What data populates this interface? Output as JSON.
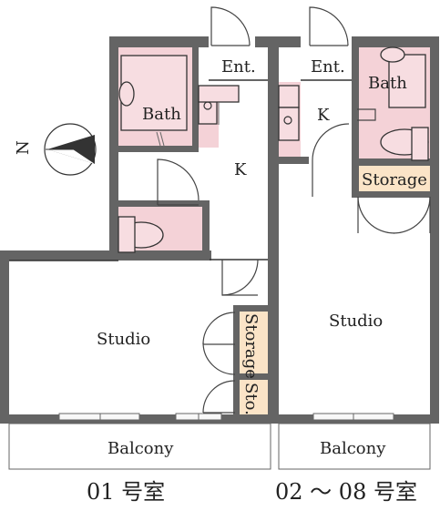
{
  "plan": {
    "unit_left": "01 号室",
    "unit_right": "02 ～ 08 号室",
    "compass_label": "N",
    "colors": {
      "wall": "#646464",
      "wet_area": "#f4d2d7",
      "storage": "#fbe4c7"
    }
  },
  "rooms": {
    "ent_left": "Ent.",
    "ent_right": "Ent.",
    "bath_left": "Bath",
    "bath_right": "Bath",
    "k_left": "K",
    "k_right": "K",
    "storage_right": "Storage",
    "studio_left": "Studio",
    "studio_right": "Studio",
    "storage_left": "Storage",
    "sto_left": "Sto.",
    "balcony_left": "Balcony",
    "balcony_right": "Balcony"
  }
}
